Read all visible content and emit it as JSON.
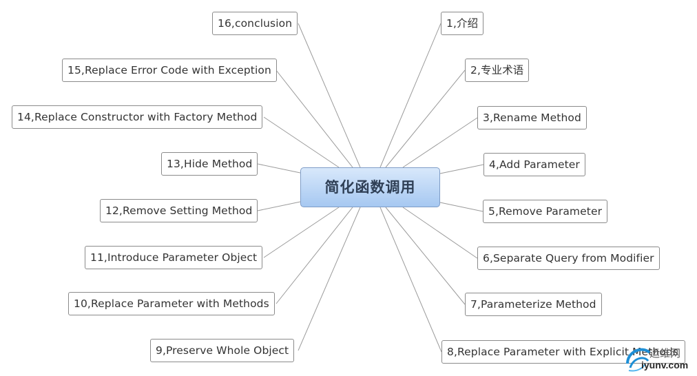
{
  "center": {
    "label": "简化函数调用"
  },
  "right_nodes": [
    {
      "label": "1,介绍"
    },
    {
      "label": "2,专业术语"
    },
    {
      "label": "3,Rename Method"
    },
    {
      "label": "4,Add Parameter"
    },
    {
      "label": "5,Remove Parameter"
    },
    {
      "label": "6,Separate Query from Modifier"
    },
    {
      "label": "7,Parameterize Method"
    },
    {
      "label": "8,Replace Parameter with Explicit Methods"
    }
  ],
  "left_nodes": [
    {
      "label": "16,conclusion"
    },
    {
      "label": "15,Replace Error Code with Exception"
    },
    {
      "label": "14,Replace Constructor with Factory Method"
    },
    {
      "label": "13,Hide Method"
    },
    {
      "label": "12,Remove Setting Method"
    },
    {
      "label": "11,Introduce Parameter Object"
    },
    {
      "label": "10,Replace Parameter with Methods"
    },
    {
      "label": "9,Preserve Whole Object"
    }
  ],
  "watermark": {
    "text": "iyunv.com",
    "cn": "运维网"
  },
  "colors": {
    "line": "#9a9a9a",
    "center_fill_top": "#d8e8fb",
    "center_fill_bottom": "#a6c8f1"
  }
}
